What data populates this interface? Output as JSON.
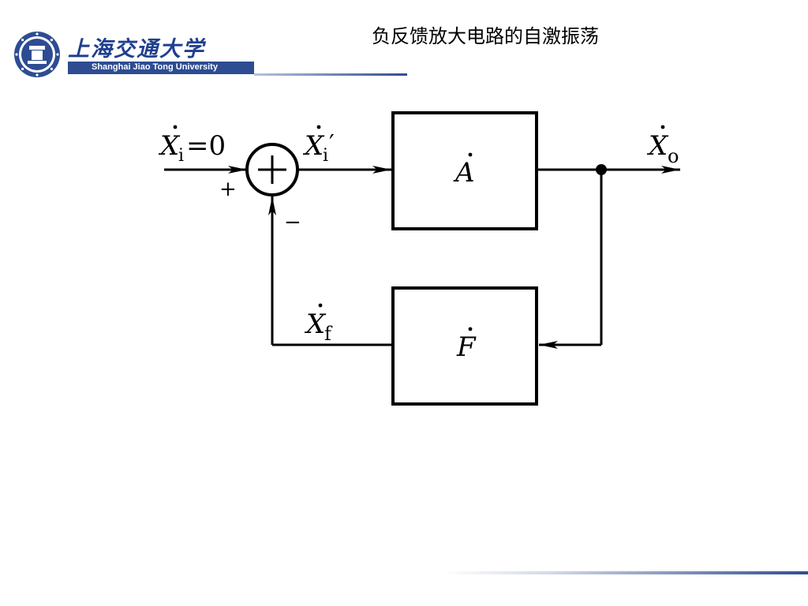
{
  "header": {
    "title": "负反馈放大电路的自激振荡",
    "logo_cn": "上海交通大学",
    "logo_en": "Shanghai Jiao Tong University"
  },
  "diagram": {
    "input_signal": {
      "var": "X",
      "sub": "i",
      "suffix": "=0"
    },
    "error_signal": {
      "var": "X",
      "sub": "i",
      "prime": "′"
    },
    "output_signal": {
      "var": "X",
      "sub": "o"
    },
    "feedback_signal": {
      "var": "X",
      "sub": "f"
    },
    "plus_sign": "+",
    "minus_sign": "−",
    "amplifier_label": "A",
    "feedback_label": "F"
  },
  "colors": {
    "brand": "#2d4c92",
    "stroke": "#000000"
  }
}
